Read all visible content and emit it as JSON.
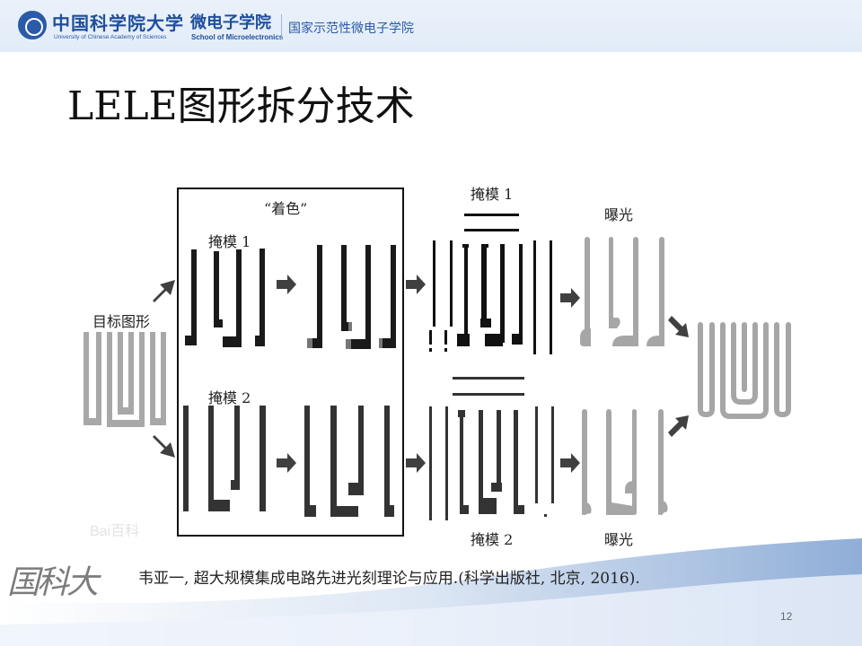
{
  "header": {
    "university_cn": "中国科学院大学",
    "university_en": "University of Chinese Academy of Sciences",
    "school_cn": "微电子学院",
    "school_en": "School of Microelectronics",
    "national_label": "国家示范性微电子学院",
    "brand_color": "#1f4e9c",
    "background_color": "#e6eef9"
  },
  "slide": {
    "title": "LELE图形拆分技术",
    "page_number": "12"
  },
  "diagram": {
    "target_label": "目标图形",
    "coloring_label": "“着色”",
    "mask1_label": "掩模 1",
    "mask2_label": "掩模 2",
    "mask1_top_label": "掩模 1",
    "mask2_bottom_label": "掩模 2",
    "exposure_top_label": "曝光",
    "exposure_bottom_label": "曝光",
    "colors": {
      "mask_black": "#1a1a1a",
      "mask2_dark": "#333333",
      "pattern_gray": "#a6a6a6",
      "arrow": "#404040",
      "stitch_gray": "#777777"
    }
  },
  "watermark": "Bai百科",
  "footer": {
    "logo_text": "国科大",
    "citation": "韦亚一, 超大规模集成电路先进光刻理论与应用.(科学出版社, 北京, 2016)."
  }
}
